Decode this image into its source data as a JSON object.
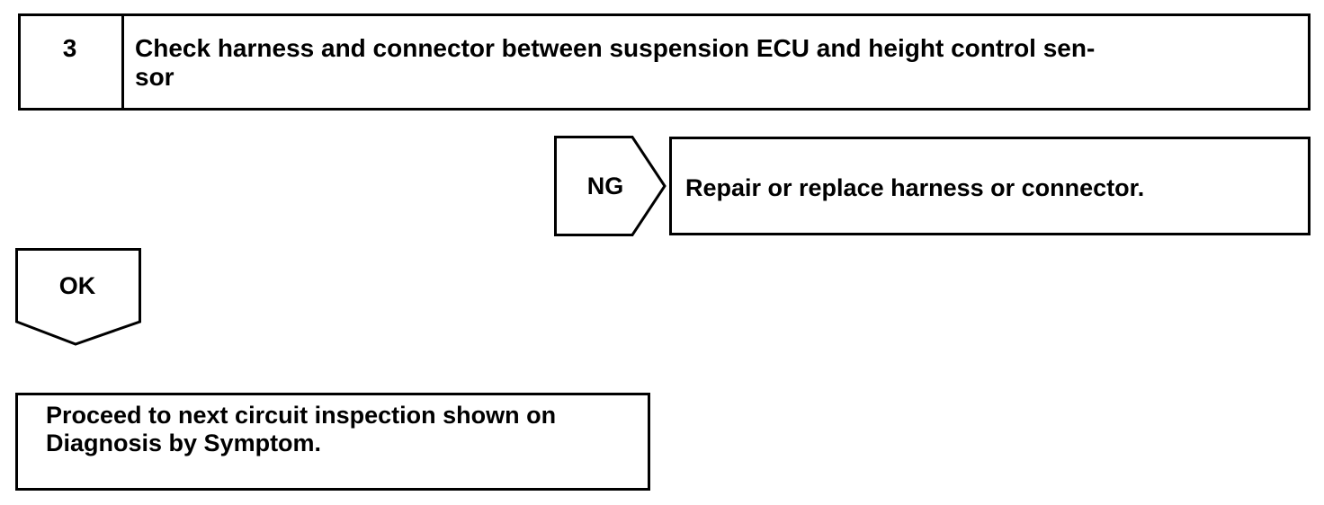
{
  "step": {
    "number": "3",
    "title": "Check harness and connector between suspension ECU and height control sen-\nsor"
  },
  "ng_branch": {
    "label": "NG",
    "action": "Repair or replace harness or connector."
  },
  "ok_branch": {
    "label": "OK"
  },
  "final_step": {
    "text": "Proceed to next circuit inspection shown on\nDiagnosis by Symptom."
  }
}
